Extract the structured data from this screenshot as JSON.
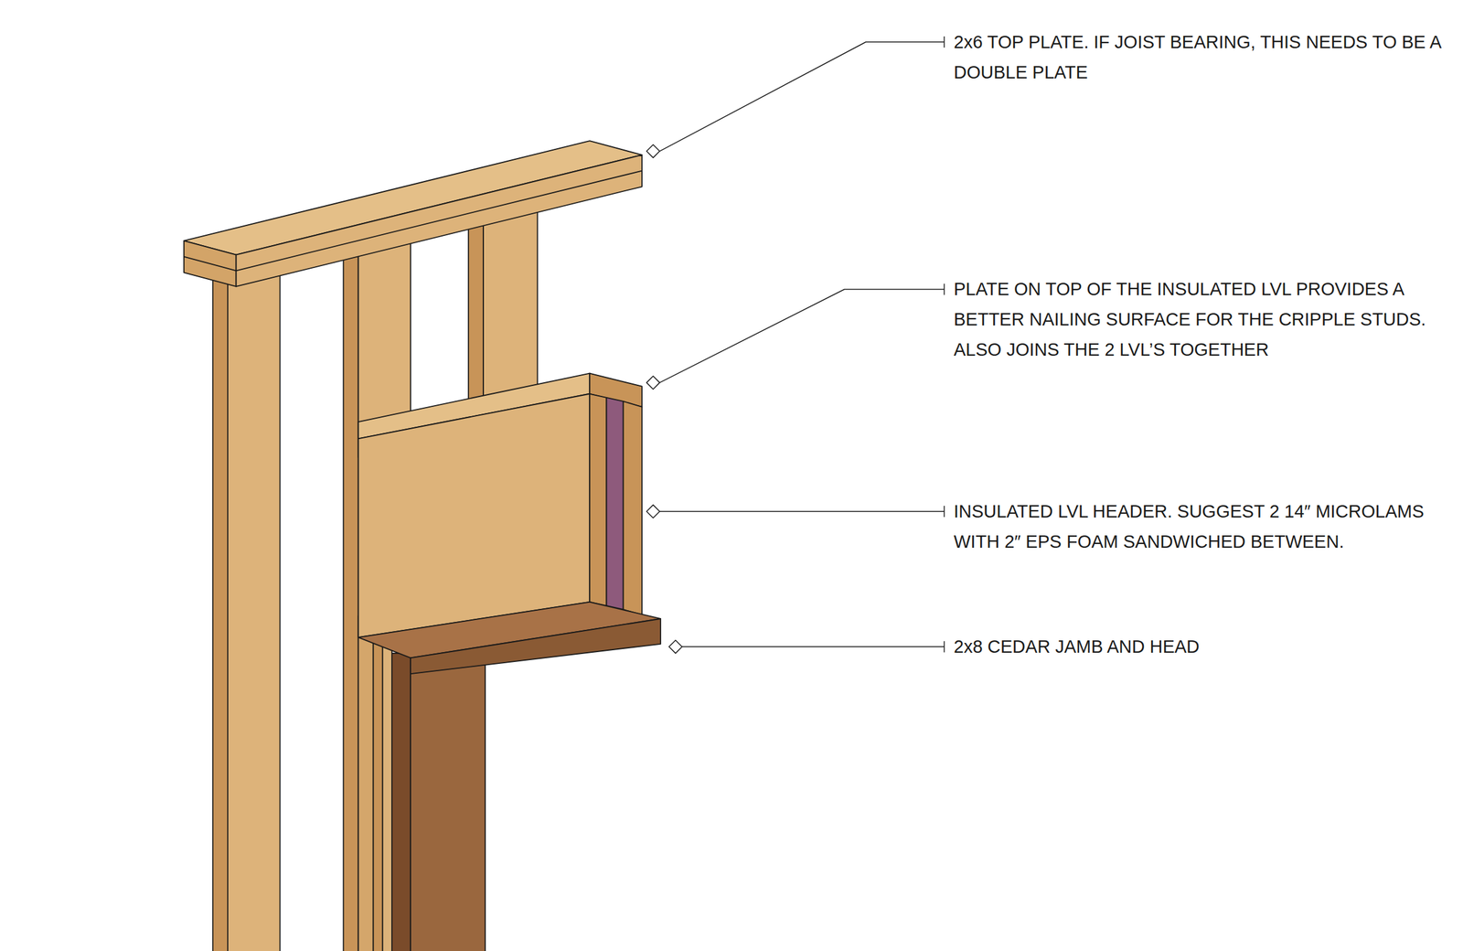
{
  "diagram": {
    "labels": [
      "2x6 TOP PLATE. IF JOIST BEARING, THIS NEEDS TO BE A DOUBLE PLATE",
      "PLATE ON TOP OF THE INSULATED LVL  PROVIDES A BETTER NAILING SURFACE FOR THE CRIPPLE STUDS. ALSO JOINS THE 2 LVL’S TOGETHER",
      "INSULATED LVL HEADER. SUGGEST 2 14″ MICROLAMS WITH 2″ EPS FOAM  SANDWICHED BETWEEN.",
      "2x8 CEDAR JAMB AND HEAD"
    ]
  }
}
